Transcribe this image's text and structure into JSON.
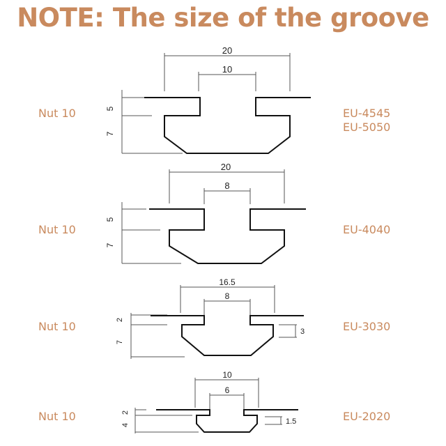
{
  "title": "NOTE: The size of the groove",
  "colors": {
    "accent": "#c98a5e",
    "line": "#555555",
    "profile": "#111111"
  },
  "grooves": [
    {
      "nut": "Nut 10",
      "models": [
        "EU-4545",
        "EU-5050"
      ],
      "dims": {
        "outer": "20",
        "inner": "10",
        "lip": "5",
        "depth": "7"
      }
    },
    {
      "nut": "Nut 10",
      "models": [
        "EU-4040"
      ],
      "dims": {
        "outer": "20",
        "inner": "8",
        "lip": "5",
        "depth": "7"
      }
    },
    {
      "nut": "Nut 10",
      "models": [
        "EU-3030"
      ],
      "dims": {
        "outer": "16.5",
        "inner": "8",
        "lip": "2",
        "depth": "7",
        "side": "3"
      }
    },
    {
      "nut": "Nut 10",
      "models": [
        "EU-2020"
      ],
      "dims": {
        "outer": "10",
        "inner": "6",
        "lip": "2",
        "depth": "4",
        "side": "1.5"
      }
    }
  ]
}
